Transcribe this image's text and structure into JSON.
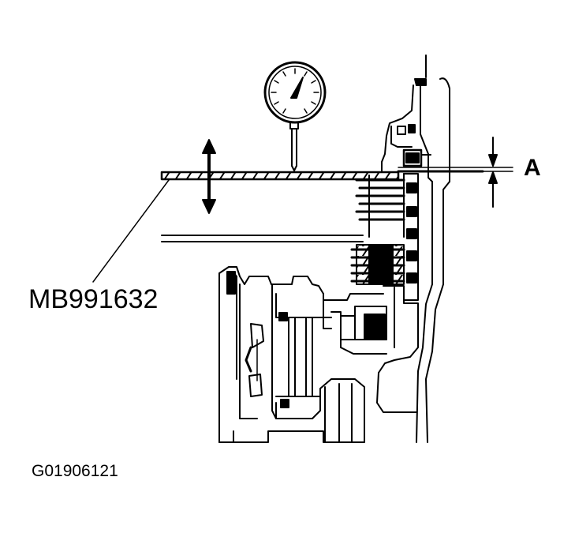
{
  "labels": {
    "tool": "MB991632",
    "dimension": "A",
    "figure_id": "G01906121"
  },
  "colors": {
    "ink": "#000000",
    "background": "#ffffff"
  },
  "icons": {
    "gauge": "dial-indicator-icon",
    "updown": "double-arrow-icon"
  }
}
